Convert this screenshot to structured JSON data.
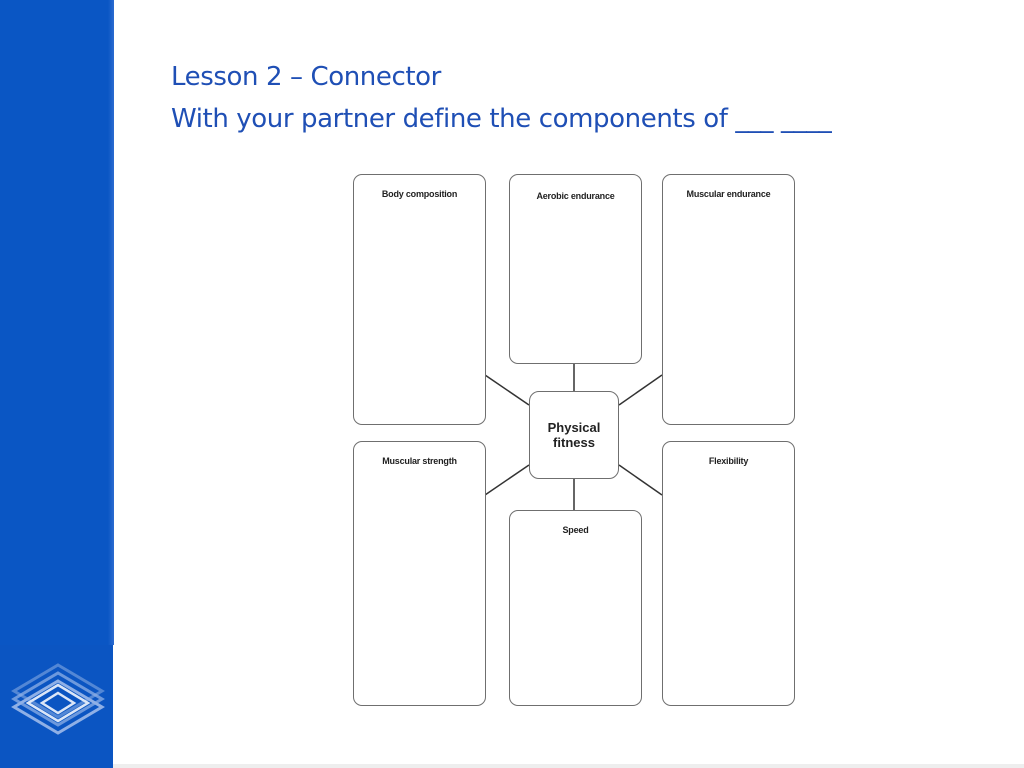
{
  "slide": {
    "title_line1": "Lesson 2 – Connector",
    "title_line2": "With your partner define the components of ___   ____"
  },
  "diagram": {
    "center": "Physical fitness",
    "boxes": {
      "body_composition": "Body composition",
      "aerobic_endurance": "Aerobic endurance",
      "muscular_endurance": "Muscular endurance",
      "muscular_strength": "Muscular strength",
      "speed": "Speed",
      "flexibility": "Flexibility"
    }
  },
  "colors": {
    "sidebar": "#0a56c4",
    "title": "#1f4fb5"
  },
  "icons": [
    "layered-diamond-logo-icon"
  ]
}
